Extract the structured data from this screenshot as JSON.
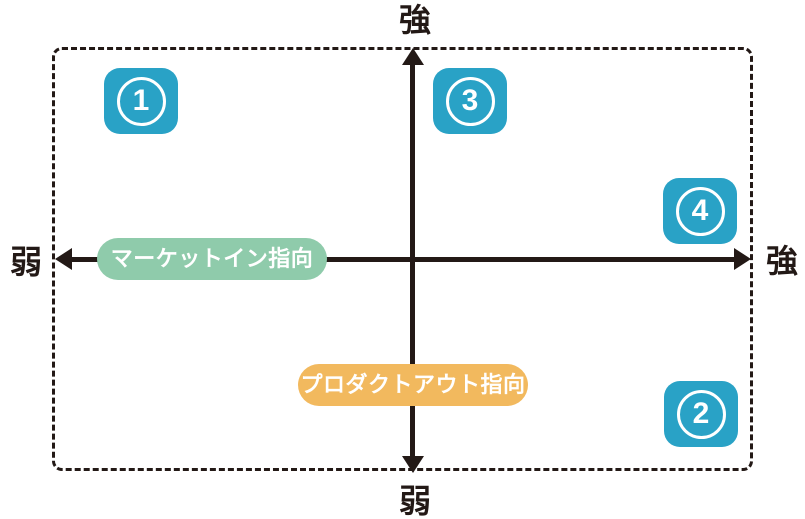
{
  "diagram": {
    "axes": {
      "top_label": "強",
      "bottom_label": "弱",
      "left_label": "弱",
      "right_label": "強"
    },
    "pills": {
      "market_in": "マーケットイン指向",
      "product_out": "プロダクトアウト指向"
    },
    "badges": {
      "q1": "1",
      "q2": "2",
      "q3": "3",
      "q4": "4"
    }
  },
  "colors": {
    "badge-blue": "#29A2C6",
    "market-green": "#8FCBAB",
    "product-orange": "#F2B95E",
    "ink": "#231916"
  }
}
